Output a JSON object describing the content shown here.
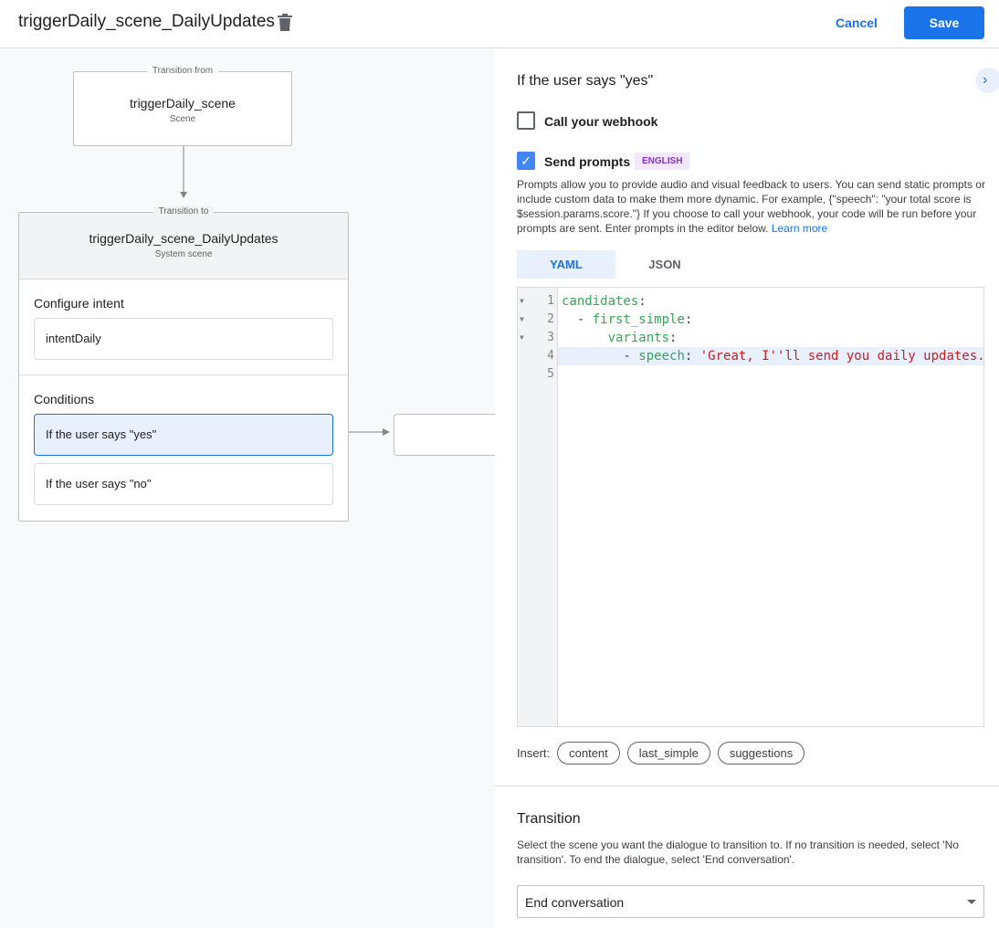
{
  "header": {
    "title": "triggerDaily_scene_DailyUpdates",
    "cancel": "Cancel",
    "save": "Save"
  },
  "canvas": {
    "from": {
      "legend": "Transition from",
      "name": "triggerDaily_scene",
      "type": "Scene"
    },
    "to": {
      "legend": "Transition to",
      "name": "triggerDaily_scene_DailyUpdates",
      "type": "System scene"
    },
    "intent_label": "Configure intent",
    "intent": "intentDaily",
    "conditions_label": "Conditions",
    "conditions": [
      "If the user says \"yes\"",
      "If the user says \"no\""
    ]
  },
  "panel": {
    "title": "If the user says \"yes\"",
    "webhook": {
      "label": "Call your webhook",
      "checked": false
    },
    "prompts": {
      "label": "Send prompts",
      "checked": true,
      "badge": "ENGLISH"
    },
    "description": "Prompts allow you to provide audio and visual feedback to users. You can send static prompts or include custom data to make them more dynamic. For example, {\"speech\": \"your total score is $session.params.score.\"} If you choose to call your webhook, your code will be run before your prompts are sent. Enter prompts in the editor below.",
    "learn_more": "Learn more",
    "tabs": [
      "YAML",
      "JSON"
    ],
    "code": {
      "line1_key": "candidates",
      "line2_key": "first_simple",
      "line3_key": "variants",
      "line4_key": "speech",
      "line4_value": "'Great, I''ll send you daily updates.",
      "line_numbers": [
        "1",
        "2",
        "3",
        "4",
        "5"
      ]
    },
    "insert_label": "Insert:",
    "chips": [
      "content",
      "last_simple",
      "suggestions"
    ],
    "transition": {
      "title": "Transition",
      "description": "Select the scene you want the dialogue to transition to. If no transition is needed, select 'No transition'. To end the dialogue, select 'End conversation'.",
      "value": "End conversation"
    }
  }
}
